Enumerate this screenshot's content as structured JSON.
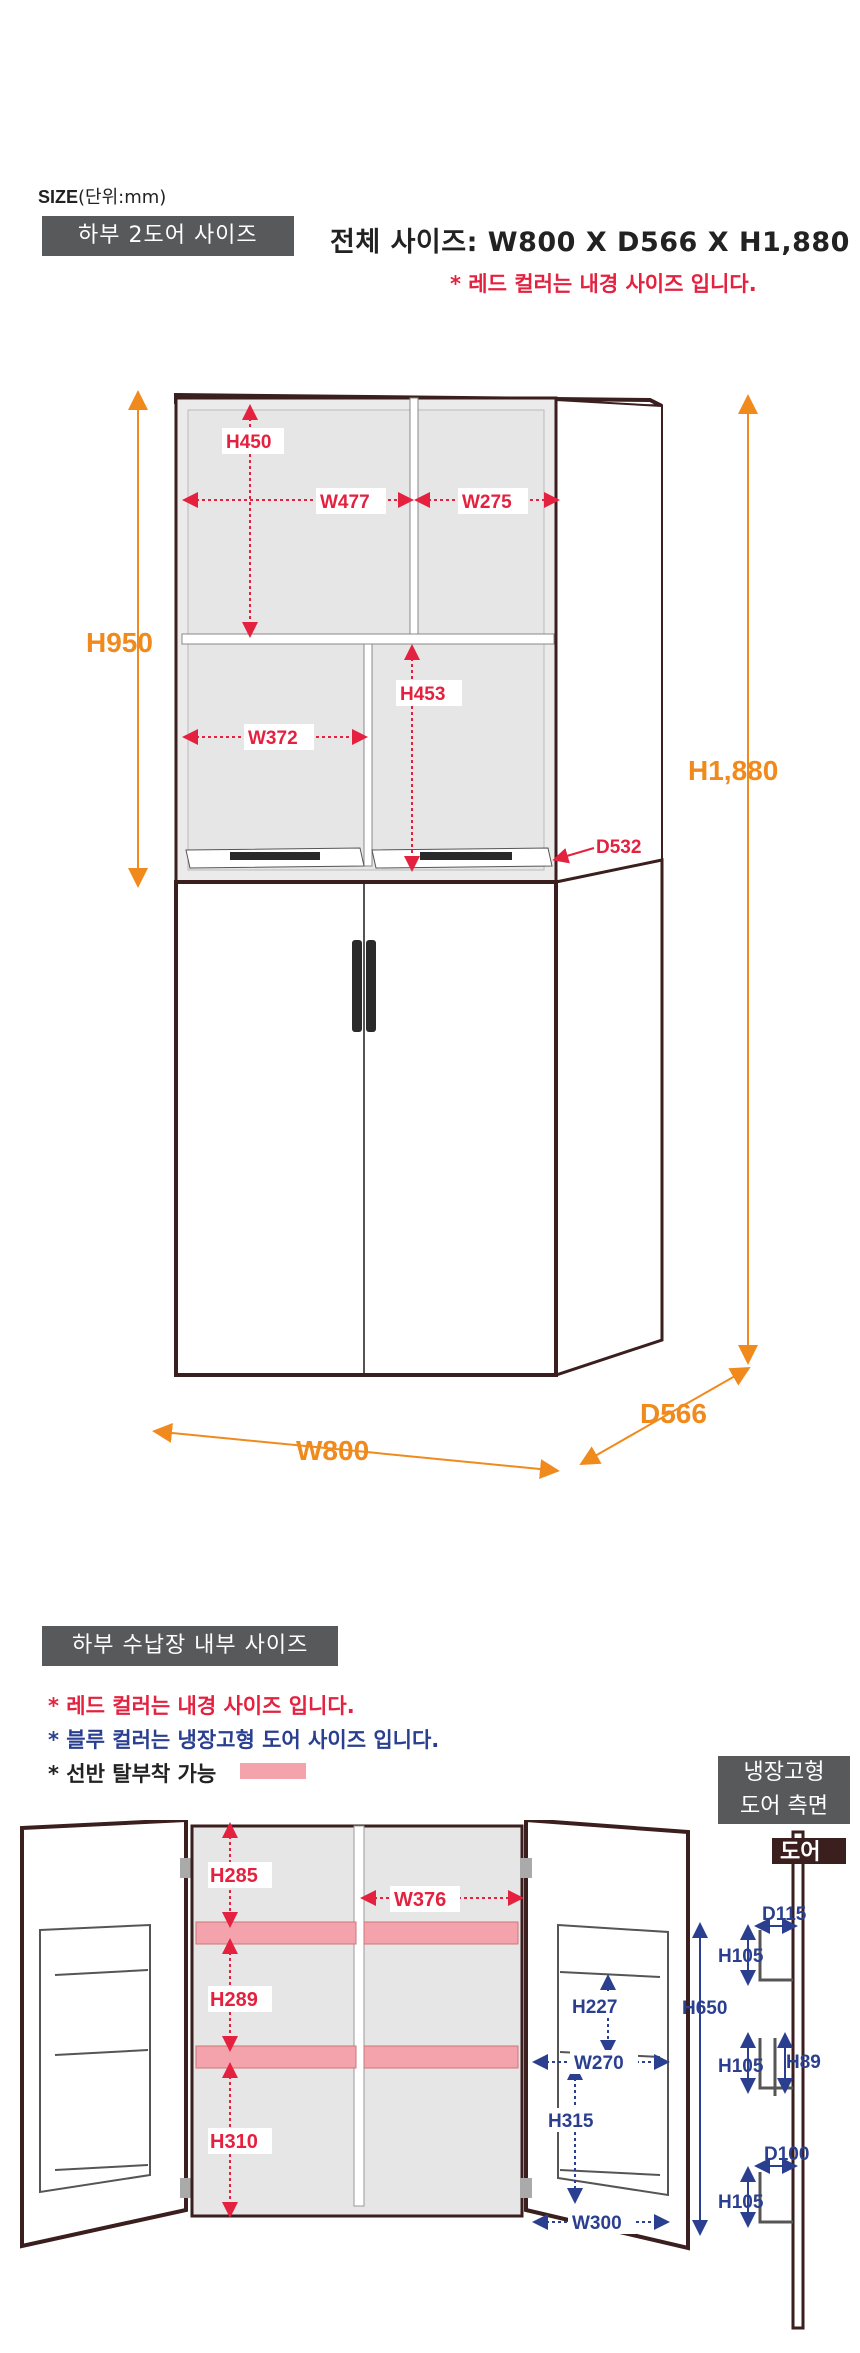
{
  "size_label_bold": "SIZE",
  "size_label_unit": "(단위:mm)",
  "section1": {
    "tag": "하부 2도어 사이즈",
    "total_size": "전체 사이즈: W800 X D566 X H1,880",
    "note": "* 레드 컬러는 내경 사이즈 입니다."
  },
  "upper_dims": {
    "h950": "H950",
    "h1880": "H1,880",
    "w800": "W800",
    "d566": "D566",
    "h450": "H450",
    "w477": "W477",
    "w275": "W275",
    "h453": "H453",
    "w372": "W372",
    "d532": "D532"
  },
  "section2": {
    "tag": "하부 수납장 내부 사이즈",
    "note_red": "* 레드 컬러는 내경 사이즈 입니다.",
    "note_blue": "* 블루 컬러는 냉장고형 도어 사이즈 입니다.",
    "note_shelf": "* 선반 탈부착 가능",
    "side_tag_line1": "냉장고형",
    "side_tag_line2": "도어 측면",
    "door_label": "도어"
  },
  "lower_dims": {
    "h285": "H285",
    "w376": "W376",
    "h289": "H289",
    "h310": "H310",
    "h227": "H227",
    "w270": "W270",
    "h315": "H315",
    "w300": "W300",
    "h650": "H650",
    "d115": "D115",
    "h105a": "H105",
    "h105b": "H105",
    "h105c": "H105",
    "h89": "H89",
    "d100": "D100"
  },
  "colors": {
    "red": "#e4213f",
    "blue": "#2a3f8f",
    "orange": "#f08a1c",
    "frame": "#3b1e1e",
    "shelf_pink": "#f4a3ad"
  }
}
